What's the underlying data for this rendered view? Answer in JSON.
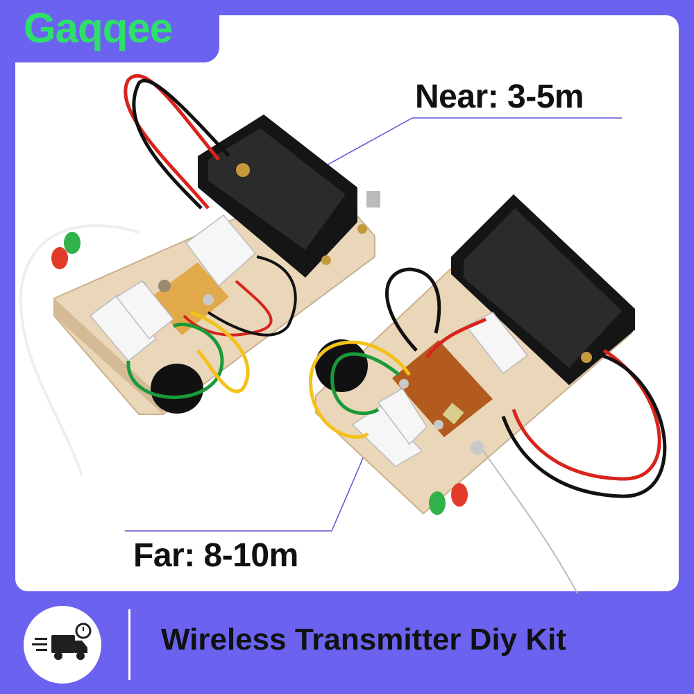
{
  "brand": {
    "name": "Gaqqee",
    "color": "#2ee06a"
  },
  "callouts": {
    "near": "Near: 3-5m",
    "far": "Far: 8-10m"
  },
  "footer": {
    "title": "Wireless Transmitter Diy Kit",
    "icon": "fast-delivery-truck-icon"
  },
  "colors": {
    "background": "#6b63f0",
    "card": "#ffffff",
    "wire_red": "#d9231d",
    "wire_black": "#111111",
    "wire_green": "#1a9a3a",
    "wire_yellow": "#f2c21a",
    "board": "#ead6b8"
  }
}
